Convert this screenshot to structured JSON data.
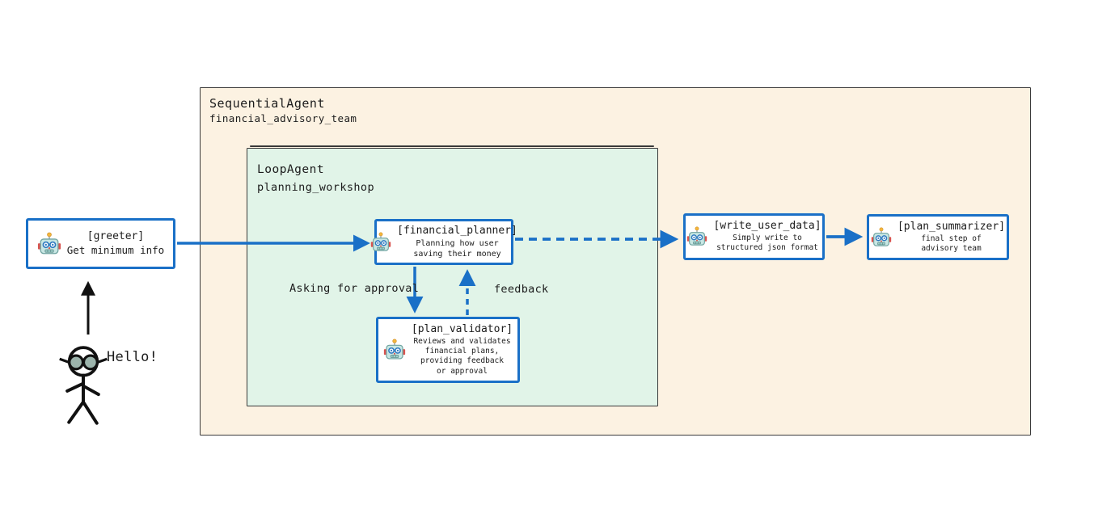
{
  "diagram": {
    "outer_group": {
      "title": "SequentialAgent",
      "subtitle": "financial_advisory_team"
    },
    "loop_group": {
      "title": "LoopAgent",
      "subtitle": "planning_workshop"
    },
    "nodes": {
      "greeter": {
        "title": "[greeter]",
        "desc": [
          "Get minimum info"
        ]
      },
      "financial_planner": {
        "title": "[financial_planner]",
        "desc": [
          "Planning how user",
          "saving their money"
        ]
      },
      "plan_validator": {
        "title": "[plan_validator]",
        "desc": [
          "Reviews and validates",
          "financial plans,",
          "providing feedback",
          "or approval"
        ]
      },
      "write_user_data": {
        "title": "[write_user_data]",
        "desc": [
          "Simply write to",
          "structured json format"
        ]
      },
      "plan_summarizer": {
        "title": "[plan_summarizer]",
        "desc": [
          "final step of",
          "advisory team"
        ]
      }
    },
    "edge_labels": {
      "asking_for_approval": "Asking for approval",
      "feedback": "feedback"
    },
    "user_label": "Hello!",
    "icons": {
      "agent": "robot-icon",
      "user": "person-stick-figure"
    },
    "colors": {
      "outer_bg": "#fcf2e2",
      "loop_bg": "#e1f4e8",
      "node_border": "#1a70c7",
      "frame_border": "#3a3a3a",
      "arrow_blue": "#1a70c7",
      "arrow_black": "#111111"
    }
  }
}
